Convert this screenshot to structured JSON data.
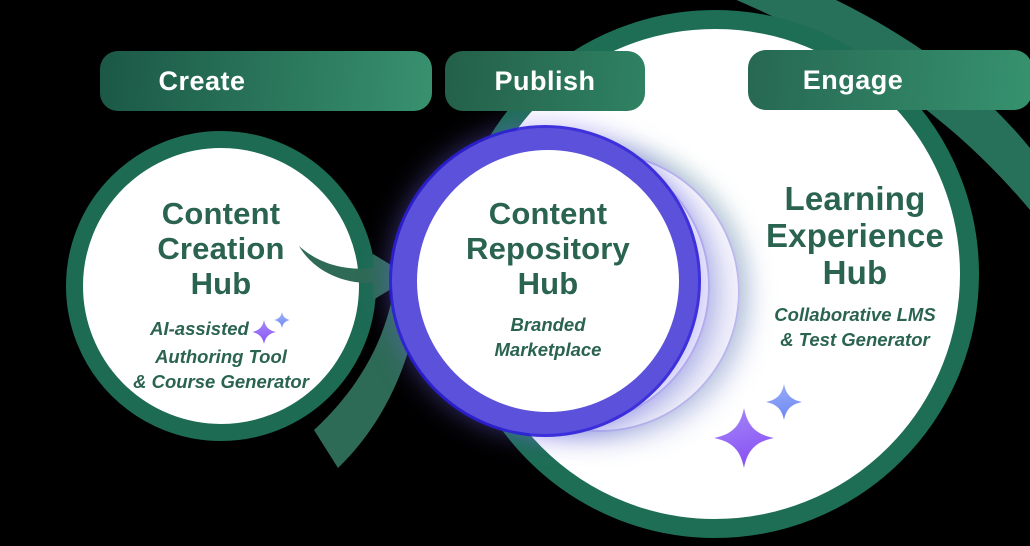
{
  "stages": [
    {
      "label": "Create"
    },
    {
      "label": "Publish"
    },
    {
      "label": "Engage"
    }
  ],
  "hubs": [
    {
      "title_lines": [
        "Content",
        "Creation",
        "Hub"
      ],
      "subtitle_lines": [
        "AI-assisted",
        "Authoring Tool",
        "& Course Generator"
      ]
    },
    {
      "title_lines": [
        "Content",
        "Repository",
        "Hub"
      ],
      "subtitle_lines": [
        "Branded",
        "Marketplace"
      ]
    },
    {
      "title_lines": [
        "Learning",
        "Experience",
        "Hub"
      ],
      "subtitle_lines": [
        "Collaborative LMS",
        "& Test Generator"
      ]
    }
  ],
  "icons": {
    "ai_sparkle": "four-point sparkle star",
    "flow_arrow": "curved right arrow"
  },
  "colors": {
    "background": "#000000",
    "ring_green": "#1d6b53",
    "big_ring_green": "#1e6e55",
    "pill_gradient_start": "#1d5b48",
    "pill_gradient_end": "#38916f",
    "heading_green": "#2b6351",
    "purple_ring": "#5b51da",
    "purple_ring_edge": "#2c1fd8",
    "arrow_teal": "#2e6a55",
    "sparkle_purple": "#8a53f3",
    "sparkle_blue": "#708af3",
    "echo_rim_lavender": "#aba5e8"
  }
}
